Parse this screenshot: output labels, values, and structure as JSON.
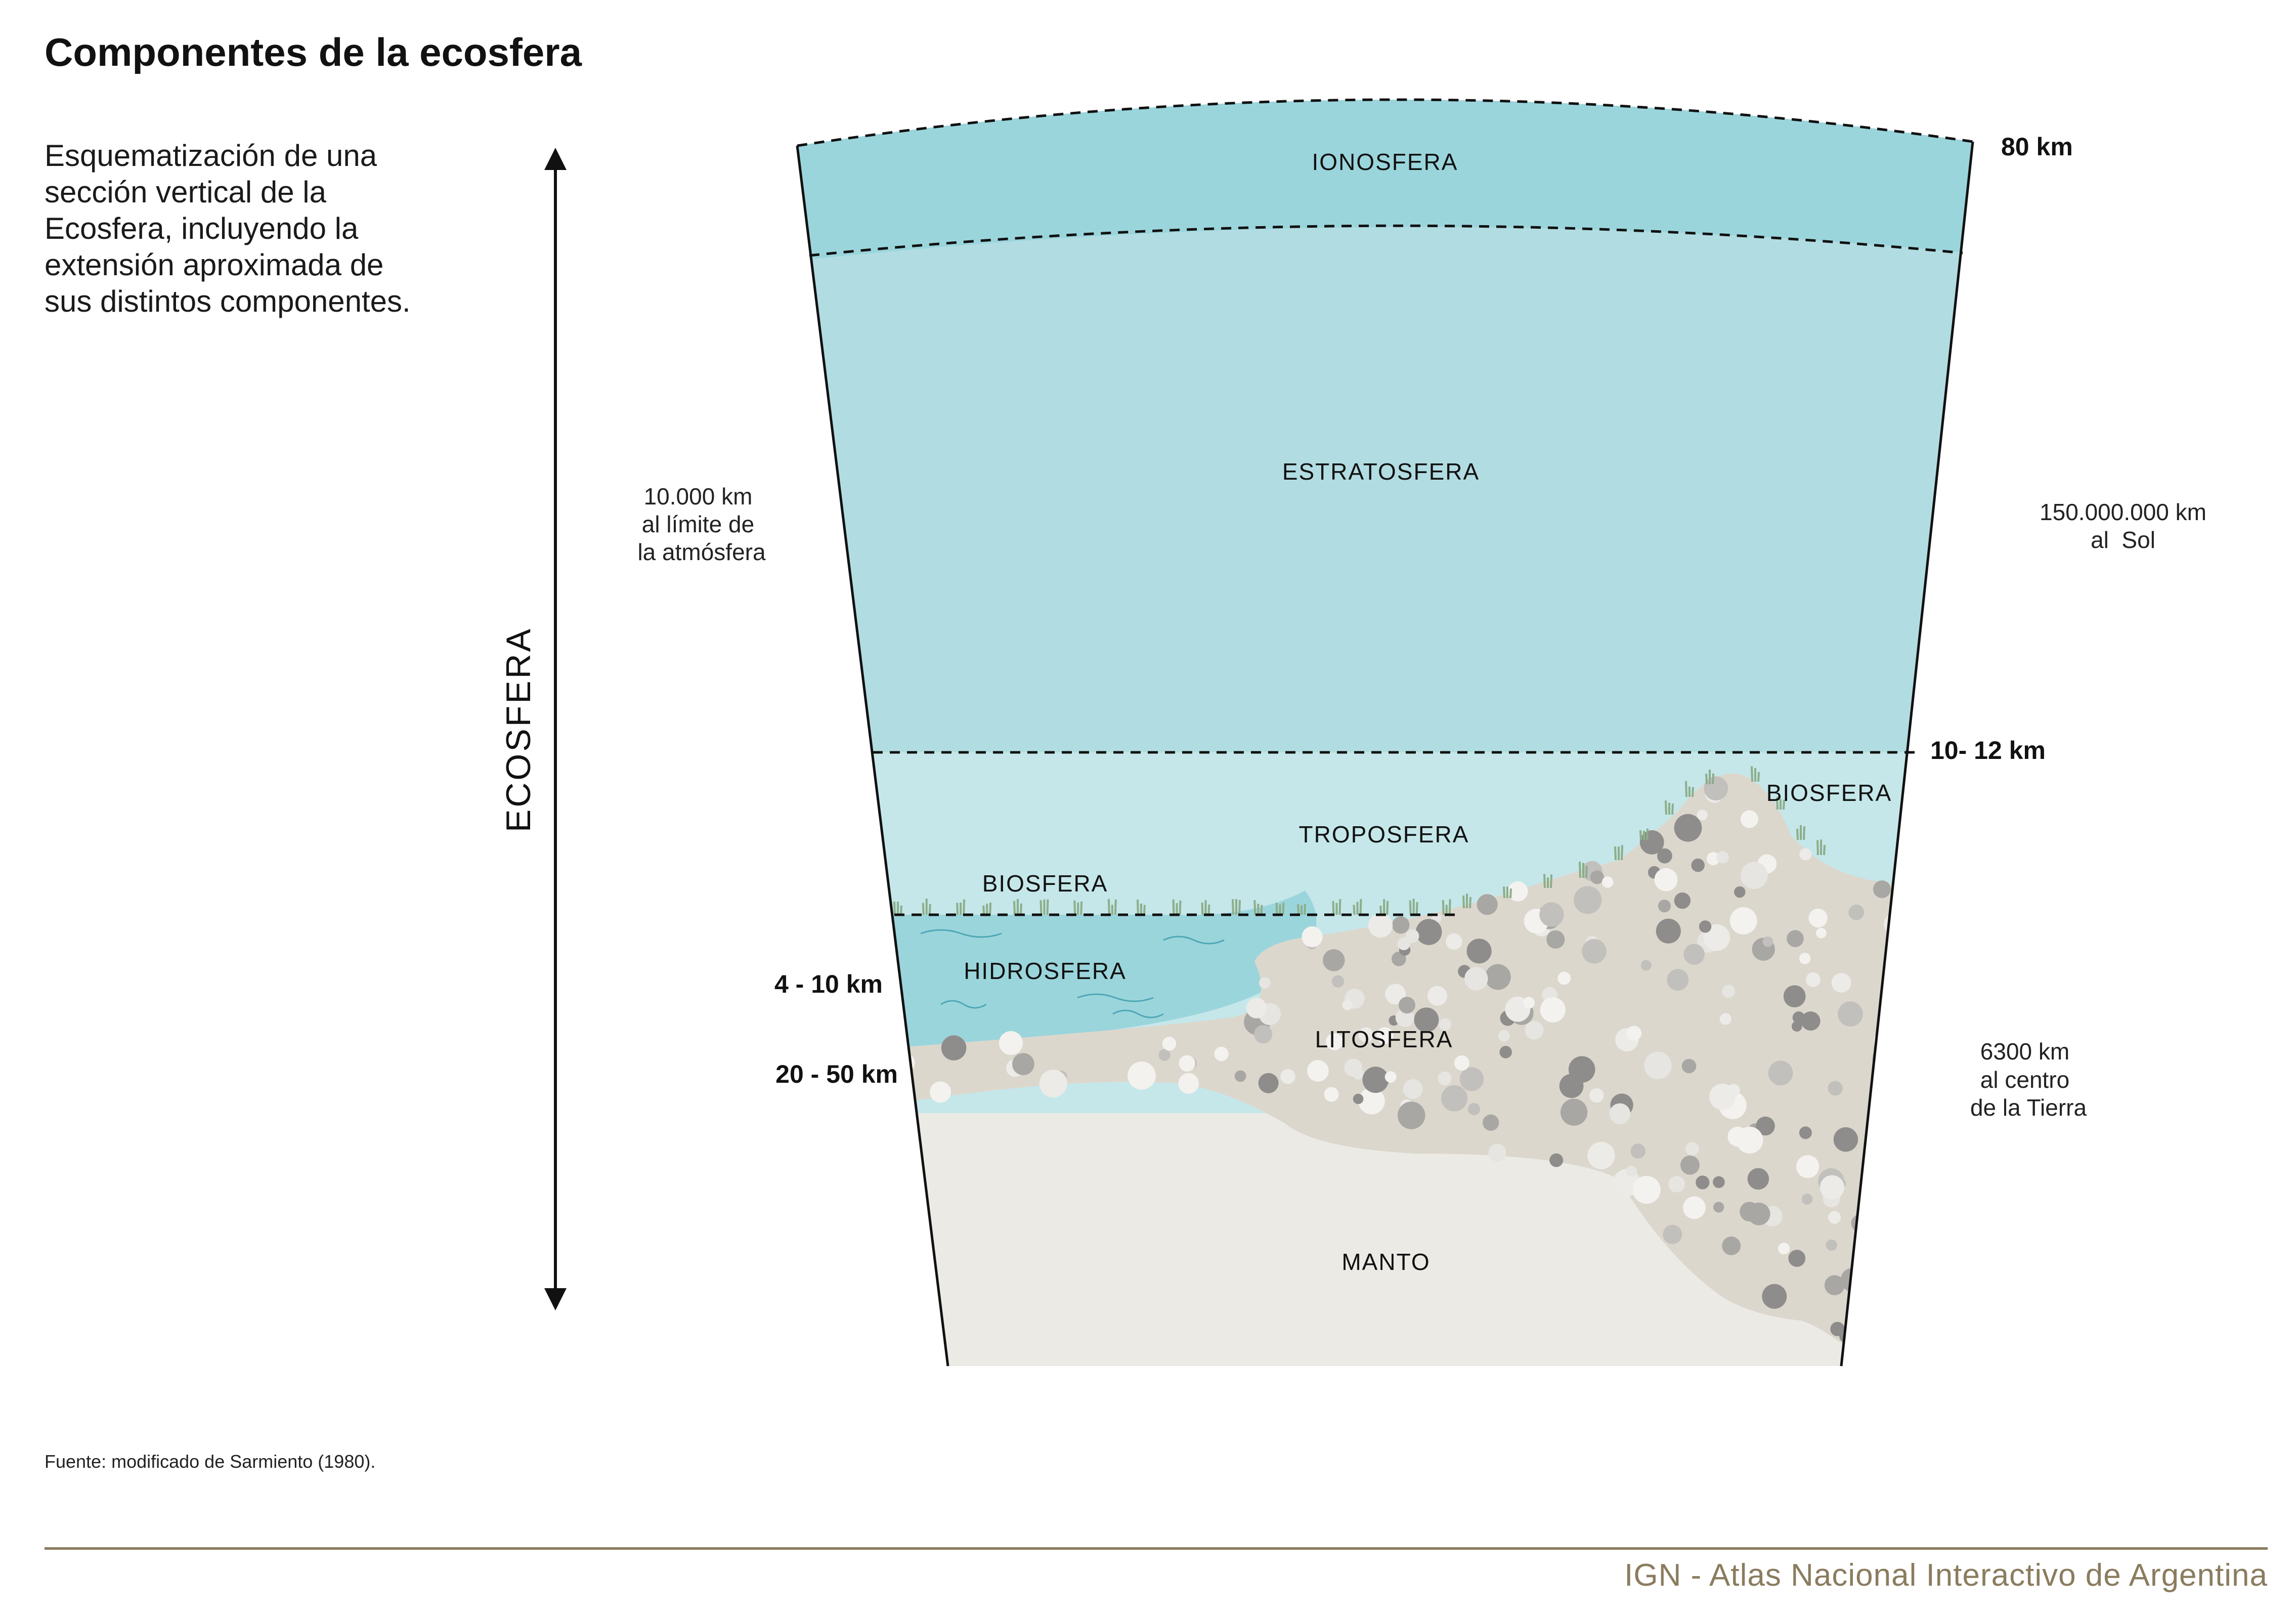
{
  "title": "Componentes de la ecosfera",
  "description": [
    "Esquematización de una",
    "sección vertical de la",
    "Ecosfera, incluyendo la",
    "extensión aproximada de",
    "sus distintos componentes."
  ],
  "axis_label": "ECOSFERA",
  "layers": {
    "ionosfera": "IONOSFERA",
    "estratosfera": "ESTRATOSFERA",
    "troposfera": "TROPOSFERA",
    "biosfera_left": "BIOSFERA",
    "biosfera_right": "BIOSFERA",
    "hidrosfera": "HIDROSFERA",
    "litosfera": "LITOSFERA",
    "manto": "MANTO"
  },
  "altitudes": {
    "top": "80 km",
    "tropopause": "10- 12 km",
    "ocean": "4 - 10 km",
    "crust": "20 - 50 km"
  },
  "distances": {
    "atmosphere": [
      "10.000 km",
      "al límite de",
      "la atmósfera"
    ],
    "sun": [
      "150.000.000 km",
      "al  Sol"
    ],
    "earth_center": [
      "6300 km",
      "al centro",
      "de la Tierra"
    ]
  },
  "colors": {
    "ionosfera": "#9bd5dc",
    "estratosfera": "#b1dde2",
    "troposfera": "#c5e7ea",
    "hidrosfera": "#9bd5dc",
    "litosfera": "#dcd7cd",
    "manto": "#ebeae5",
    "footer": "#8a7c5e"
  },
  "source": "Fuente: modificado de Sarmiento (1980).",
  "footer": "IGN - Atlas Nacional Interactivo de Argentina"
}
